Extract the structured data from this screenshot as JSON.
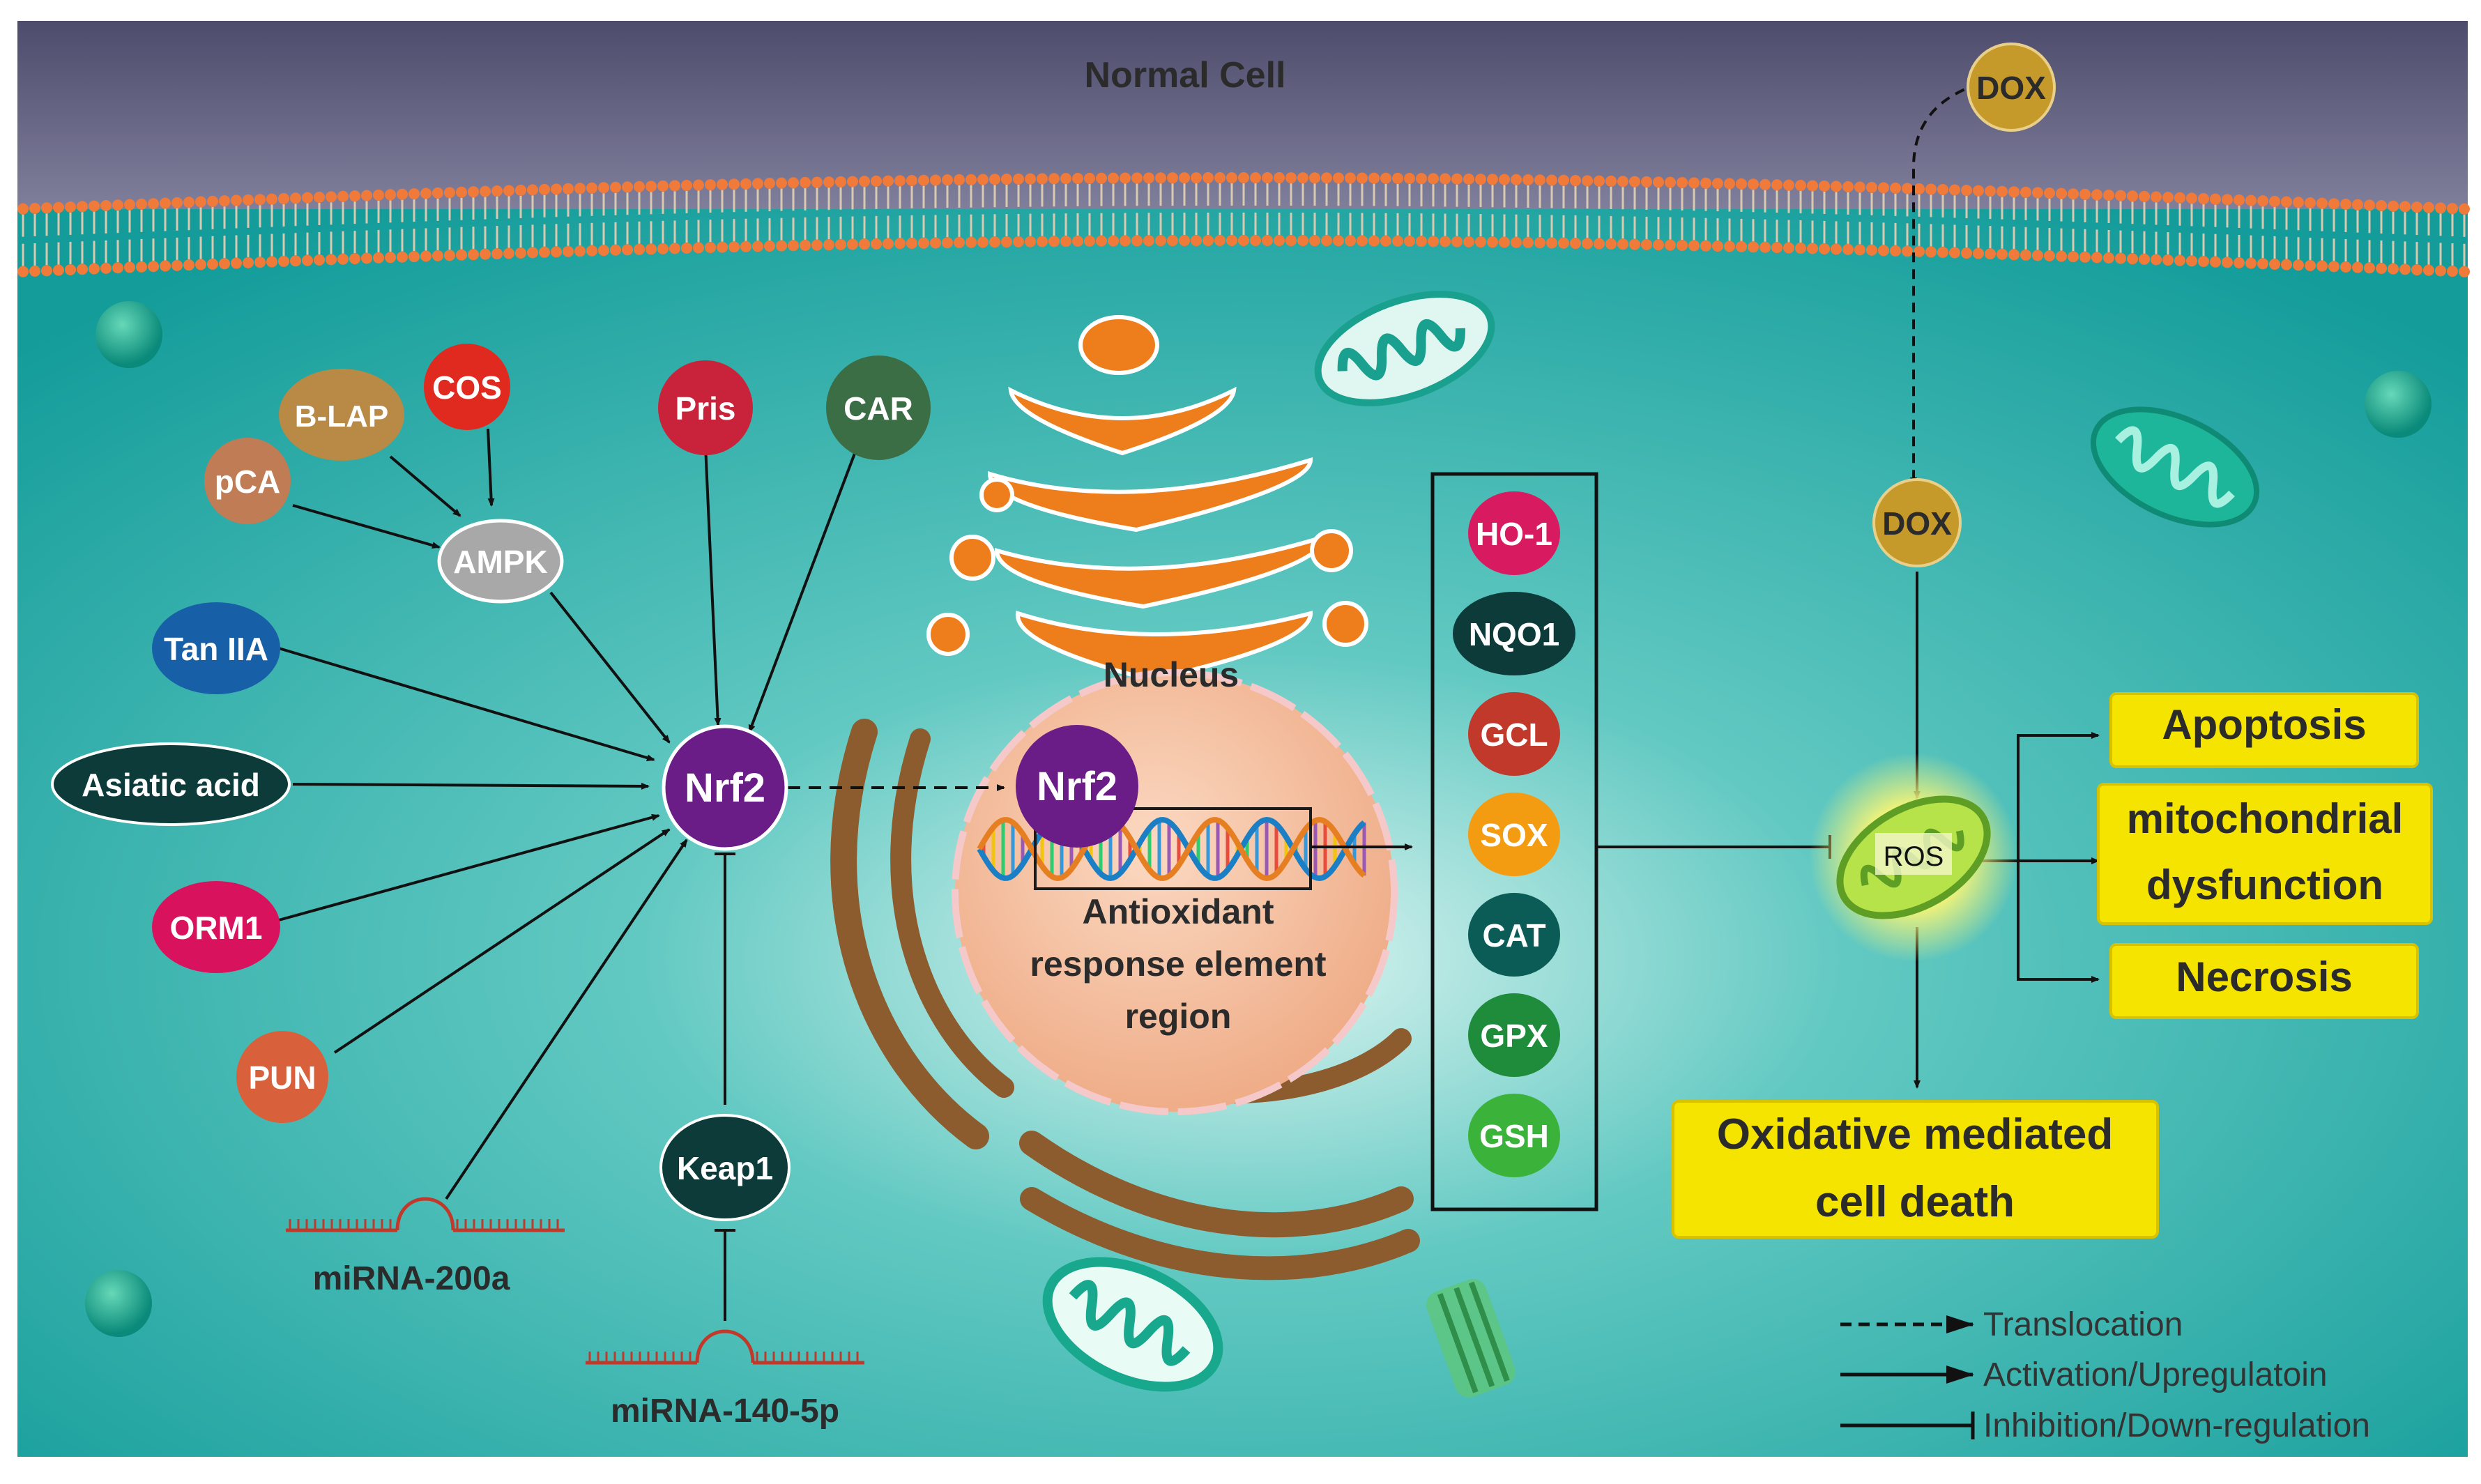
{
  "title": "Normal Cell",
  "nucleus_label": "Nucleus",
  "are_label": [
    "Antioxidant",
    "response element",
    "region"
  ],
  "nrf2": "Nrf2",
  "nrf2_nuclear": "Nrf2",
  "keap1": "Keap1",
  "ampk": "AMPK",
  "dox_outside": "DOX",
  "dox_inside": "DOX",
  "ros": "ROS",
  "activators": {
    "blap": "B-LAP",
    "cos": "COS",
    "pca": "pCA",
    "pris": "Pris",
    "car": "CAR",
    "tan": "Tan IIA",
    "asiatic": "Asiatic acid",
    "orm1": "ORM1",
    "pun": "PUN"
  },
  "mirna": {
    "mir200a": "miRNA-200a",
    "mir140": "miRNA-140-5p"
  },
  "enzymes": [
    "HO-1",
    "NQO1",
    "GCL",
    "SOX",
    "CAT",
    "GPX",
    "GSH"
  ],
  "outcomes": {
    "apoptosis": "Apoptosis",
    "mito": [
      "mitochondrial",
      "dysfunction"
    ],
    "necrosis": "Necrosis",
    "oxidative": [
      "Oxidative mediated",
      "cell death"
    ]
  },
  "legend": {
    "translocation": "Translocation",
    "activation": "Activation/Upregulatoin",
    "inhibition": "Inhibition/Down-regulation"
  },
  "colors": {
    "cytoplasm": "#1fa9a6",
    "membrane_sky": "#6e6d8c",
    "membrane_bead": "#f07a3a",
    "nucleus": "#f3b48f",
    "nrf2": "#6a1d86",
    "highlight_yellow": "#f7e51a",
    "golgi_orange": "#ee7d1c",
    "er_brown": "#8a5a2e"
  }
}
